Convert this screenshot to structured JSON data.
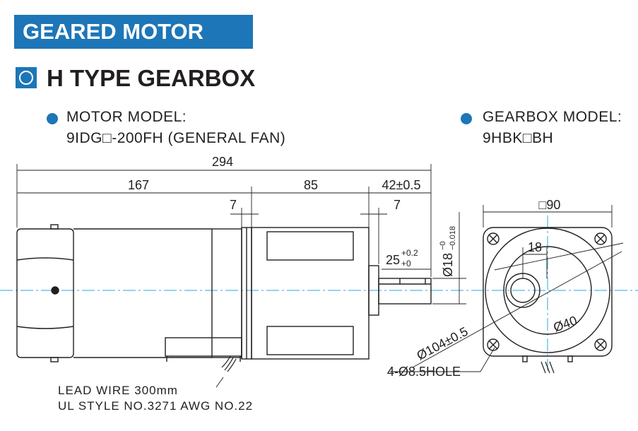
{
  "header": {
    "banner": "GEARED MOTOR",
    "section_title": "H TYPE GEARBOX"
  },
  "motor": {
    "label": "MOTOR MODEL:",
    "model": "9IDG□-200FH (GENERAL FAN)"
  },
  "gearbox": {
    "label": "GEARBOX MODEL:",
    "model": "9HBK□BH"
  },
  "dimensions": {
    "total": "294",
    "motor_len": "167",
    "gear_len": "85",
    "shaft_len": "42±0.5",
    "flange_left": "7",
    "flange_right": "7",
    "key_main": "25",
    "key_sup": "+0.2",
    "key_sub": "+0",
    "shaft_dia_main": "Ø18",
    "shaft_dia_sup": "−0",
    "shaft_dia_sub": "−0.018",
    "square": "□90",
    "key_width": "18",
    "pcd": "Ø104±0.5",
    "pilot": "Ø40",
    "holes": "4-Ø8.5HOLE"
  },
  "lead_wire": {
    "line1": "LEAD WIRE 300mm",
    "line2": "UL STYLE NO.3271 AWG NO.22"
  },
  "colors": {
    "accent": "#1d76b7",
    "centerline": "#2aa8d8",
    "ink": "#231f20"
  }
}
